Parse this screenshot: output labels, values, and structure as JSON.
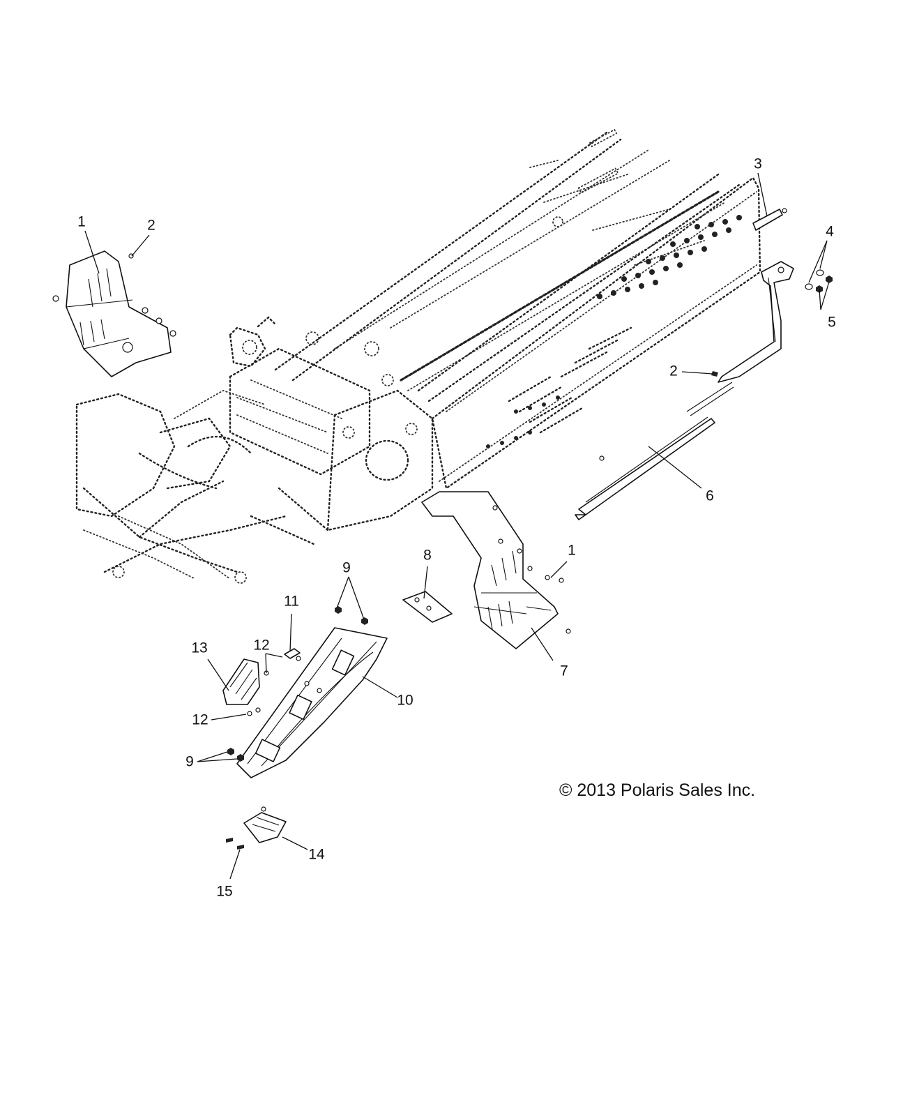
{
  "copyright": "© 2013 Polaris Sales Inc.",
  "callouts": [
    {
      "id": "c1a",
      "label": "1"
    },
    {
      "id": "c2a",
      "label": "2"
    },
    {
      "id": "c3",
      "label": "3"
    },
    {
      "id": "c4",
      "label": "4"
    },
    {
      "id": "c5",
      "label": "5"
    },
    {
      "id": "c2b",
      "label": "2"
    },
    {
      "id": "c6",
      "label": "6"
    },
    {
      "id": "c1b",
      "label": "1"
    },
    {
      "id": "c8",
      "label": "8"
    },
    {
      "id": "c9a",
      "label": "9"
    },
    {
      "id": "c11",
      "label": "11"
    },
    {
      "id": "c7",
      "label": "7"
    },
    {
      "id": "c13",
      "label": "13"
    },
    {
      "id": "c12a",
      "label": "12"
    },
    {
      "id": "c10",
      "label": "10"
    },
    {
      "id": "c12b",
      "label": "12"
    },
    {
      "id": "c9b",
      "label": "9"
    },
    {
      "id": "c14",
      "label": "14"
    },
    {
      "id": "c15",
      "label": "15"
    }
  ]
}
